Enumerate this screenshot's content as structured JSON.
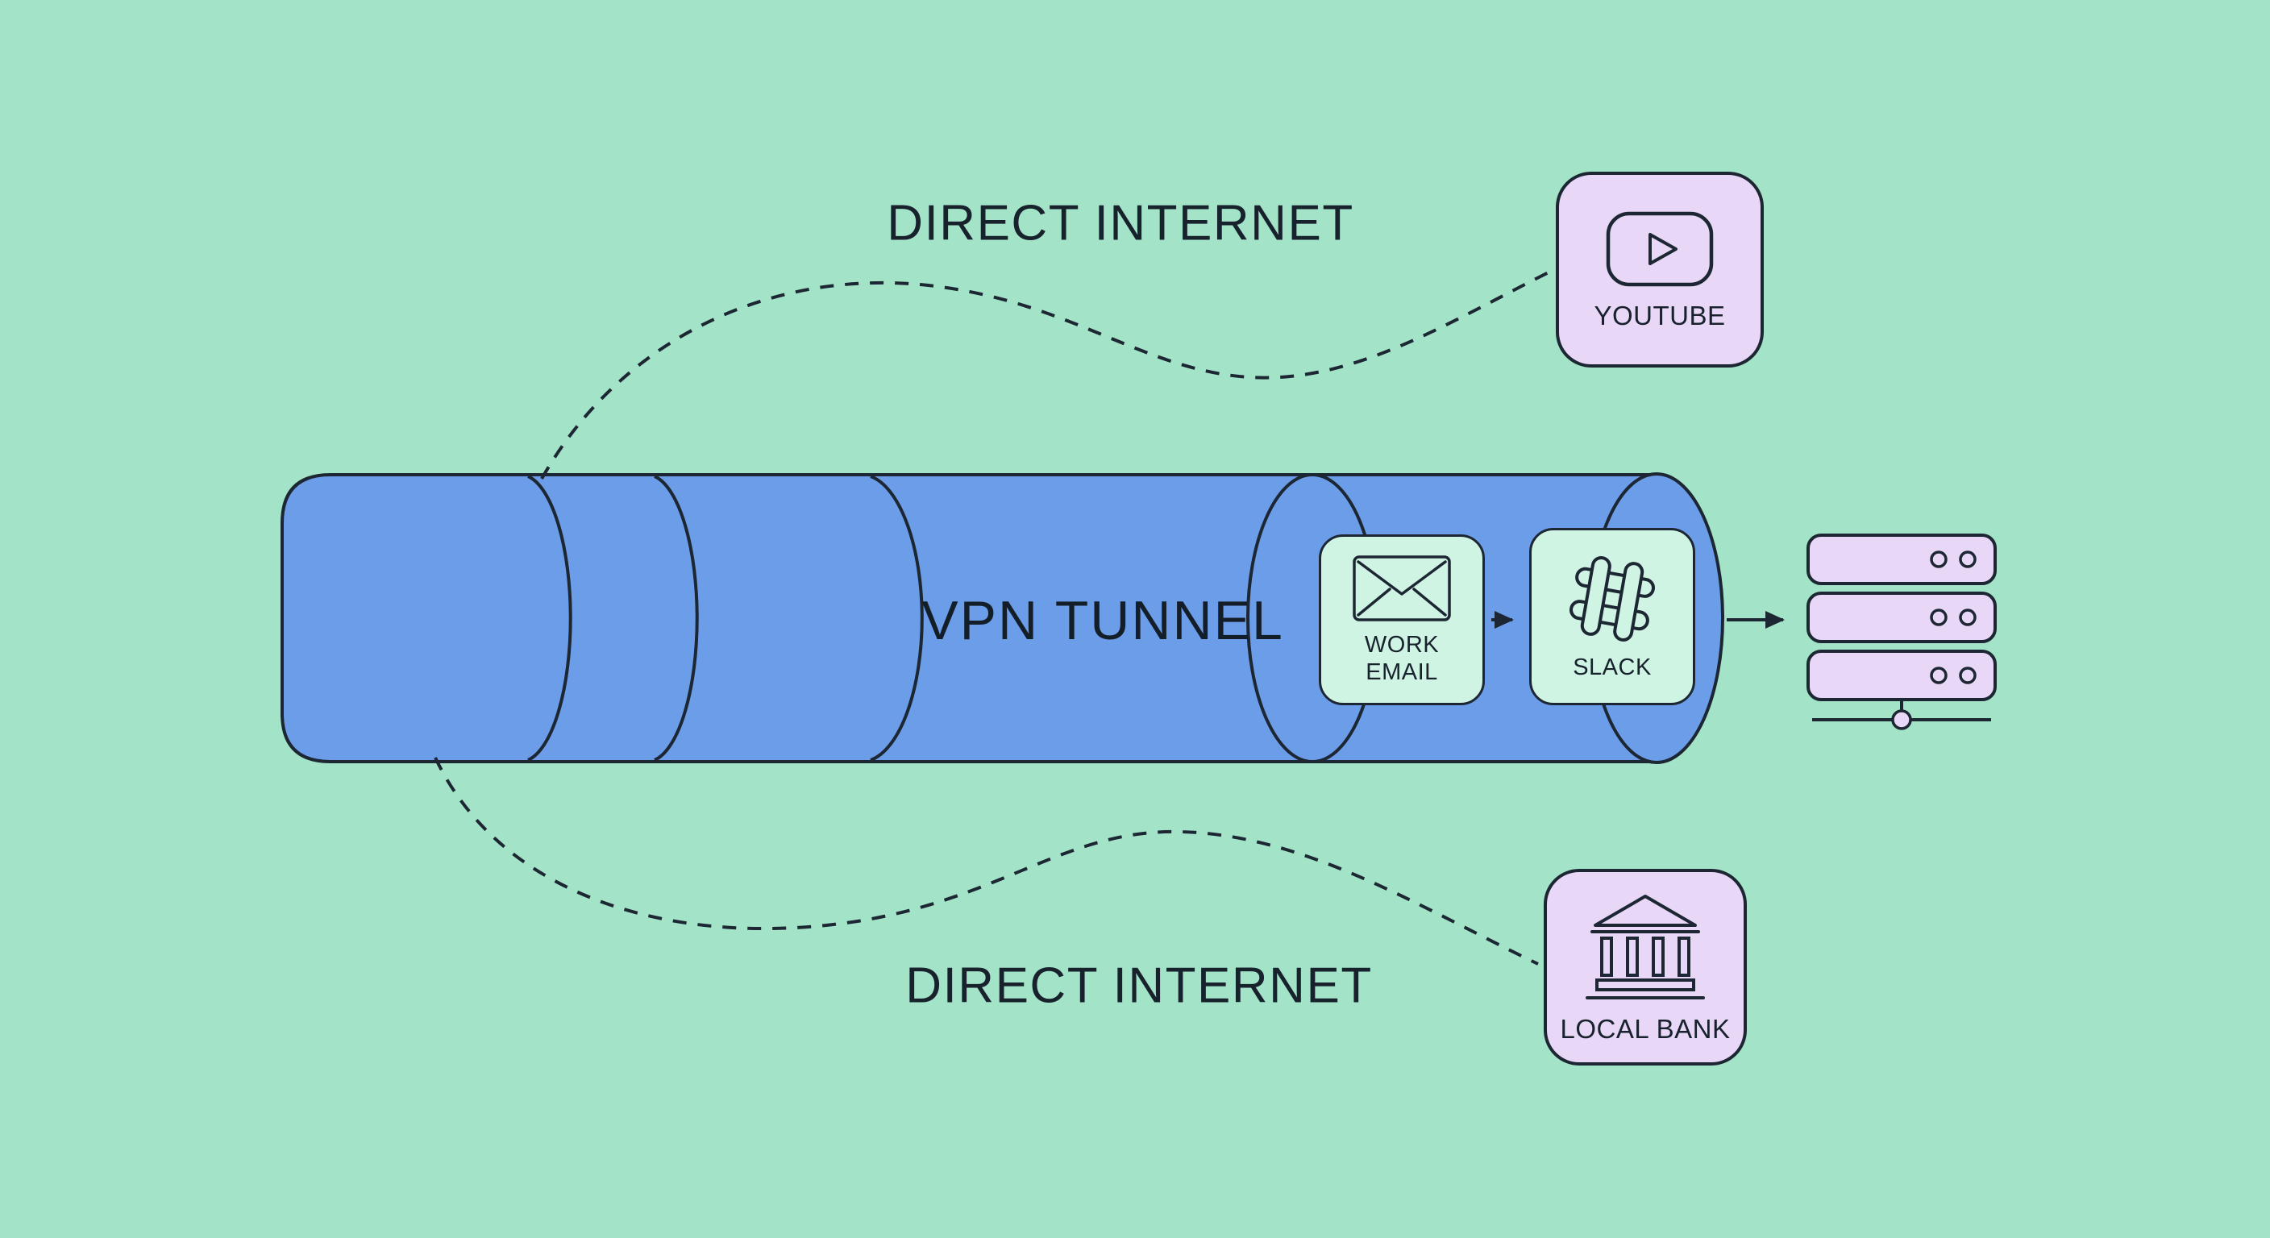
{
  "title": "VPN split tunneling diagram",
  "colors": {
    "background": "#a3e4c8",
    "tunnel_blue": "#6b9de9",
    "outline": "#1d2733",
    "card_green": "#d0f4e3",
    "card_purple": "#e8d7f7",
    "text": "#18222d"
  },
  "labels": {
    "direct_internet_top": "DIRECT INTERNET",
    "direct_internet_bottom": "DIRECT INTERNET",
    "vpn_tunnel": "VPN TUNNEL",
    "youtube": "YOUTUBE",
    "work_email": "WORK\nEMAIL",
    "slack": "SLACK",
    "local_bank": "LOCAL BANK"
  },
  "icons": {
    "youtube": "play-button-icon",
    "work_email": "envelope-icon",
    "slack": "hashtag-icon",
    "local_bank": "bank-icon",
    "destination": "server-stack-icon"
  }
}
